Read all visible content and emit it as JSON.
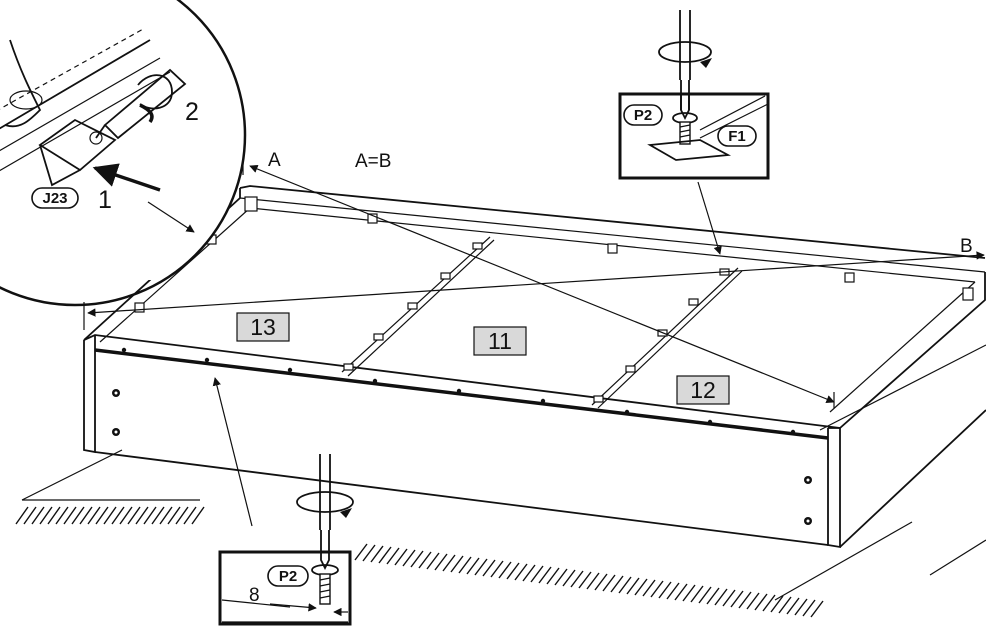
{
  "labels": {
    "measure_a": "A",
    "measure_b": "B",
    "equation": "A=B",
    "step_1": "1",
    "step_2": "2",
    "depth": "8"
  },
  "parts": {
    "panel_left": "13",
    "panel_center": "11",
    "panel_right": "12"
  },
  "hardware": {
    "bracket": "J23",
    "screw_top": "P2",
    "screw_bottom": "P2",
    "plate": "F1"
  },
  "colors": {
    "line": "#111111",
    "label_fill": "#d9d9d9"
  }
}
